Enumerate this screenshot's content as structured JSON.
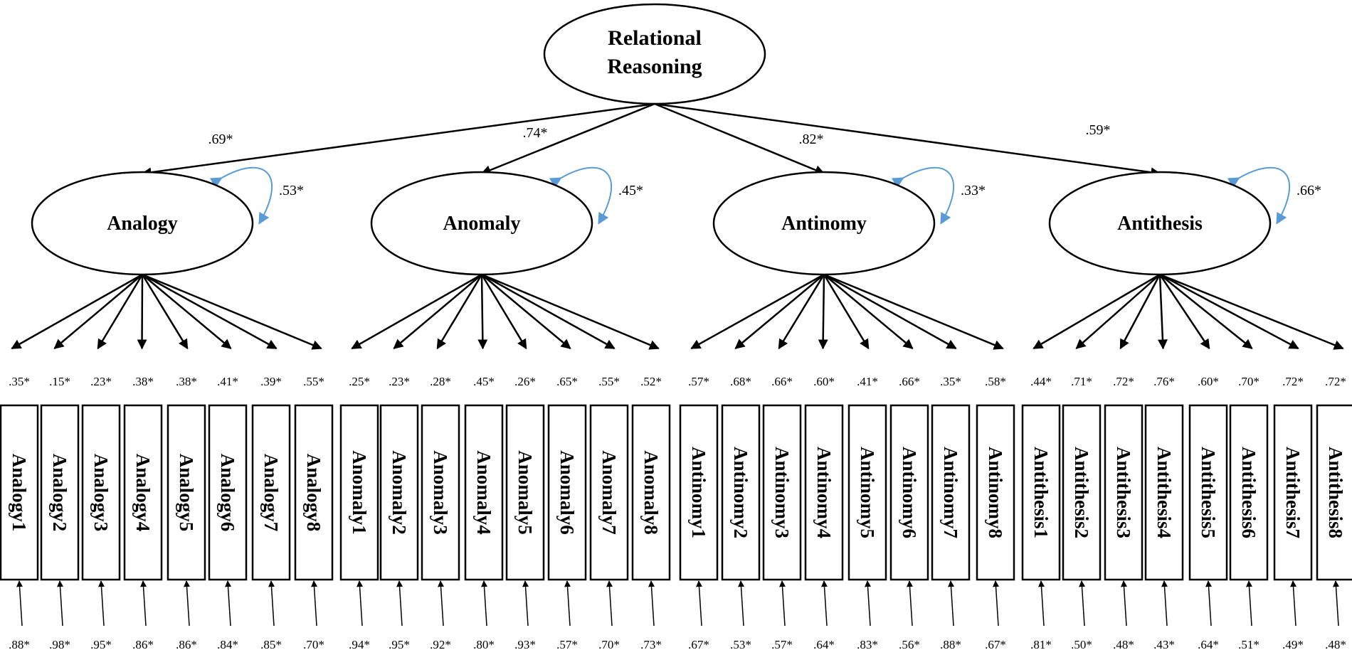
{
  "higher_order": {
    "label_lines": [
      "Relational",
      "Reasoning"
    ],
    "loadings": [
      ".69*",
      ".74*",
      ".82*",
      ".59*"
    ]
  },
  "covariance_color": "#5b9bd5",
  "factors": [
    {
      "name": "Analogy",
      "residual": ".53*",
      "indicators": [
        "Analogy1",
        "Analogy2",
        "Analogy3",
        "Analogy4",
        "Analogy5",
        "Analogy6",
        "Analogy7",
        "Analogy8"
      ],
      "loadings": [
        ".35*",
        ".15*",
        ".23*",
        ".38*",
        ".38*",
        ".41*",
        ".39*",
        ".55*"
      ],
      "errors": [
        ".88*",
        ".98*",
        ".95*",
        ".86*",
        ".86*",
        ".84*",
        ".85*",
        ".70*"
      ]
    },
    {
      "name": "Anomaly",
      "residual": ".45*",
      "indicators": [
        "Anomaly1",
        "Anomaly2",
        "Anomaly3",
        "Anomaly4",
        "Anomaly5",
        "Anomaly6",
        "Anomaly7",
        "Anomaly8"
      ],
      "loadings": [
        ".25*",
        ".23*",
        ".28*",
        ".45*",
        ".26*",
        ".65*",
        ".55*",
        ".52*"
      ],
      "errors": [
        ".94*",
        ".95*",
        ".92*",
        ".80*",
        ".93*",
        ".57*",
        ".70*",
        ".73*"
      ]
    },
    {
      "name": "Antinomy",
      "residual": ".33*",
      "indicators": [
        "Antinomy1",
        "Antinomy2",
        "Antinomy3",
        "Antinomy4",
        "Antinomy5",
        "Antinomy6",
        "Antinomy7",
        "Antinomy8"
      ],
      "loadings": [
        ".57*",
        ".68*",
        ".66*",
        ".60*",
        ".41*",
        ".66*",
        ".35*",
        ".58*"
      ],
      "errors": [
        ".67*",
        ".53*",
        ".57*",
        ".64*",
        ".83*",
        ".56*",
        ".88*",
        ".67*"
      ]
    },
    {
      "name": "Antithesis",
      "residual": ".66*",
      "indicators": [
        "Antithesis1",
        "Antithesis2",
        "Antithesis3",
        "Antithesis4",
        "Antithesis5",
        "Antithesis6",
        "Antithesis7",
        "Antithesis8"
      ],
      "loadings": [
        ".44*",
        ".71*",
        ".72*",
        ".76*",
        ".60*",
        ".70*",
        ".72*",
        ".72*"
      ],
      "errors": [
        ".81*",
        ".50*",
        ".48*",
        ".43*",
        ".64*",
        ".51*",
        ".49*",
        ".48*"
      ]
    }
  ]
}
